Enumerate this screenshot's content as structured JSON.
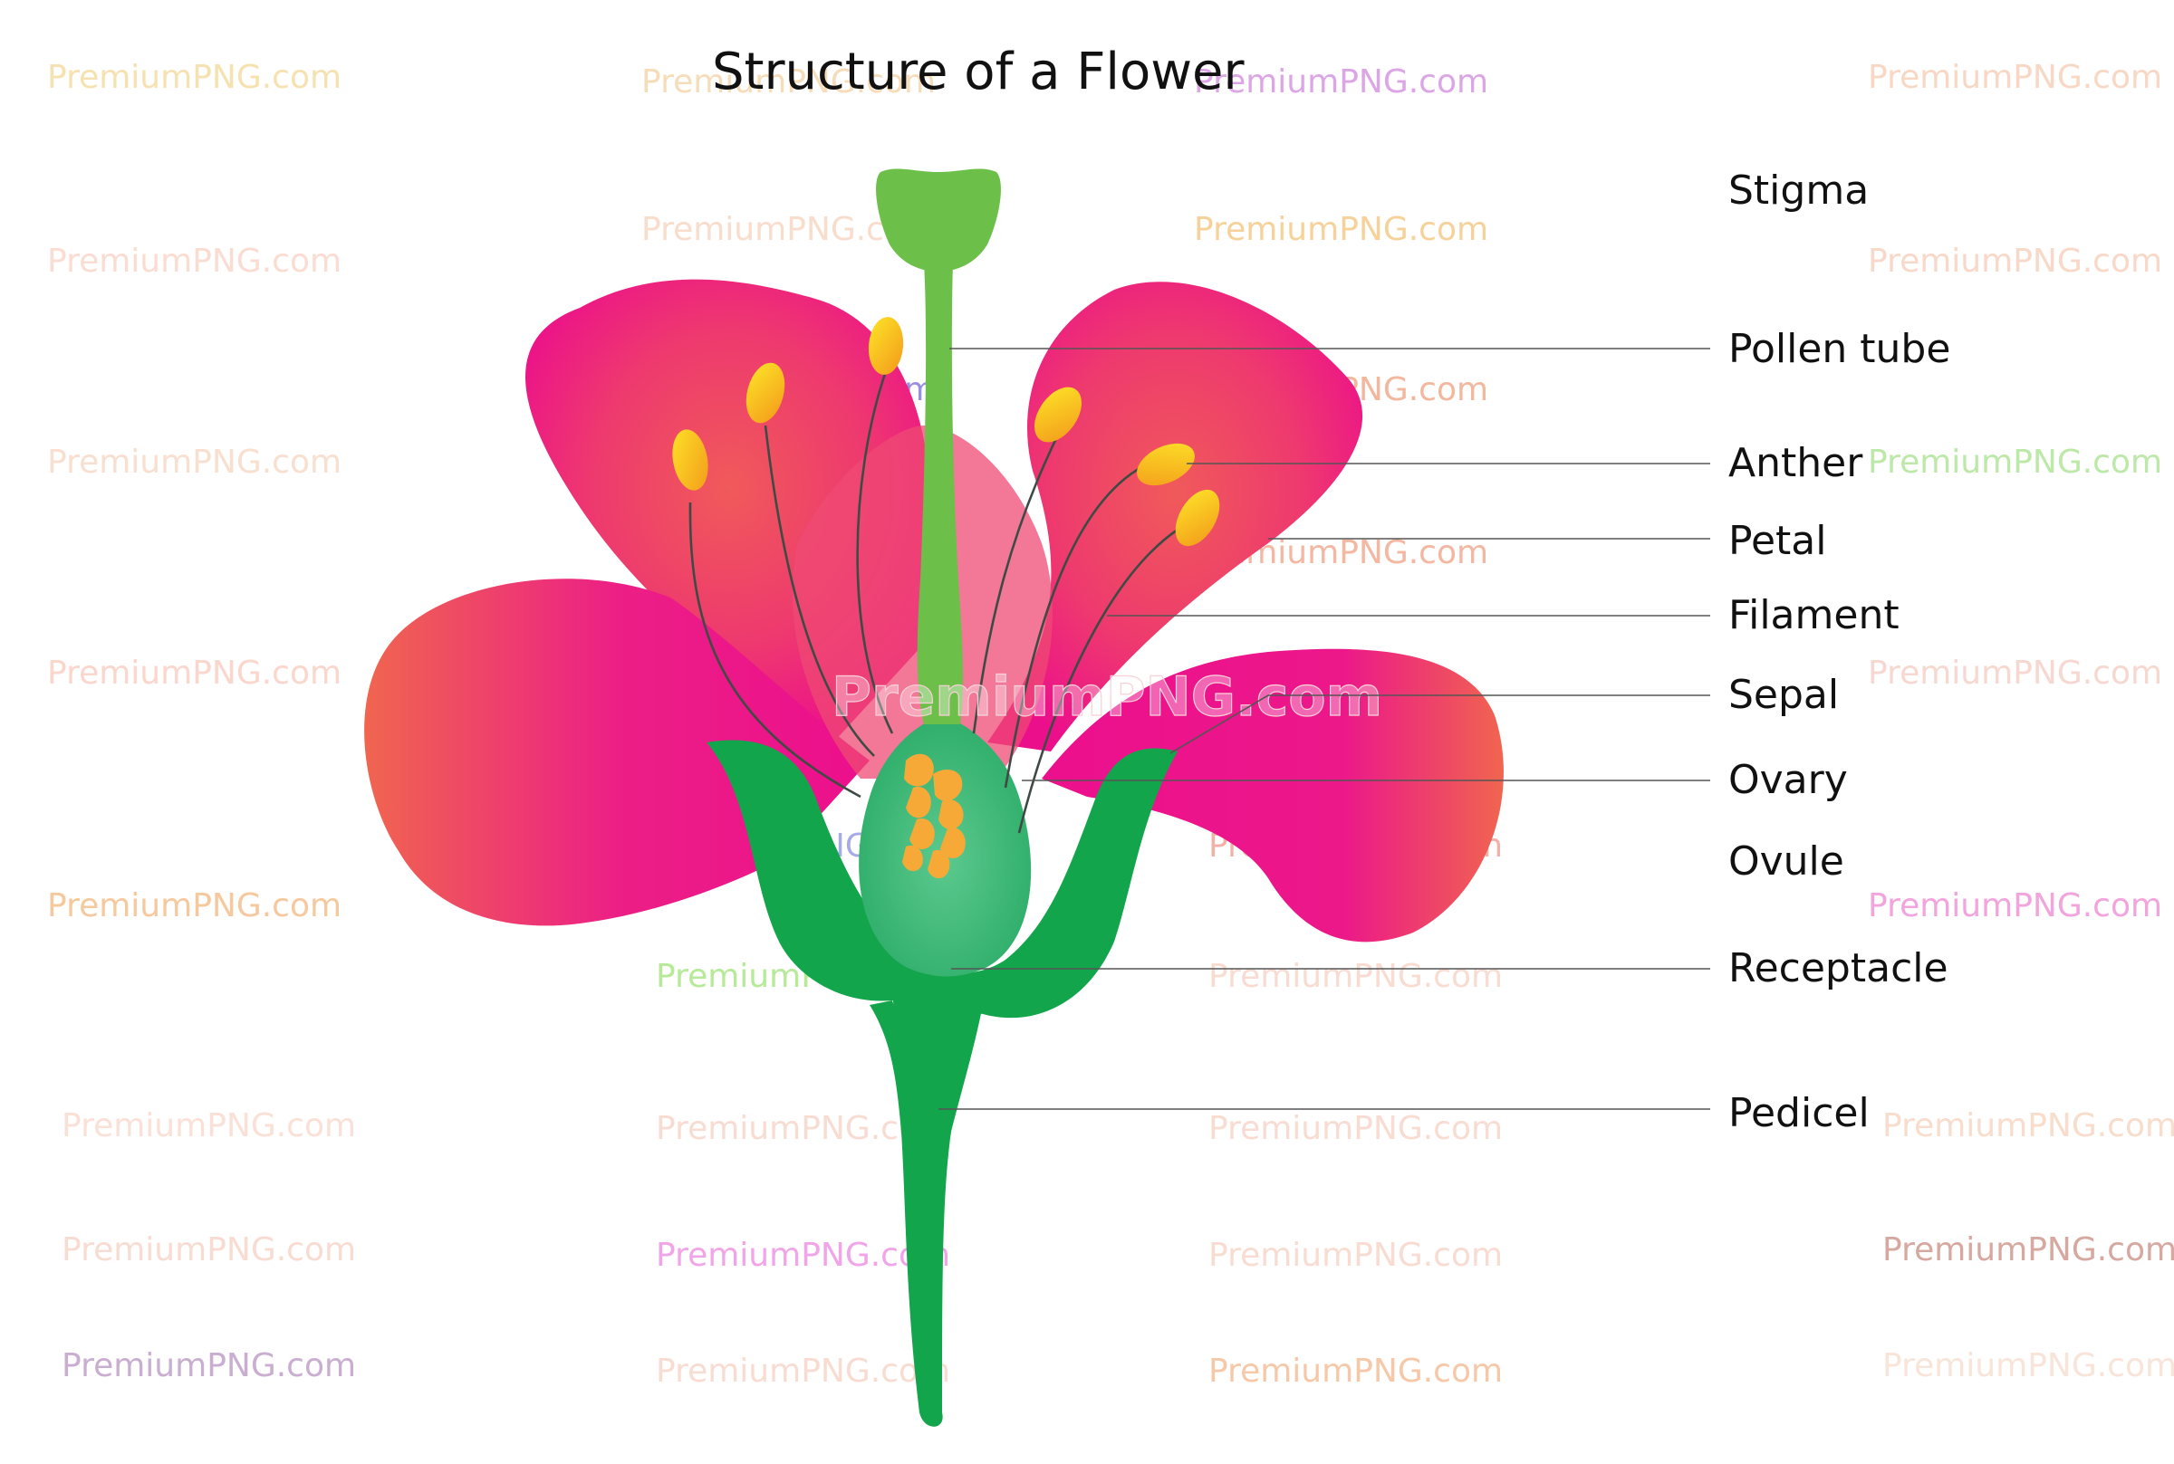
{
  "title": "Structure of a Flower",
  "labels": {
    "stigma": "Stigma",
    "pollen_tube": "Pollen tube",
    "anther": "Anther",
    "petal": "Petal",
    "filament": "Filament",
    "sepal": "Sepal",
    "ovary": "Ovary",
    "ovule": "Ovule",
    "receptacle": "Receptacle",
    "pedicel": "Pedicel"
  },
  "watermark": "PremiumPNG.com",
  "watermark_center": "PremiumPNG.com",
  "colors": {
    "petal_outer": "#ec0f8c",
    "petal_inner": "#f05a5a",
    "sepal_green": "#13a54b",
    "ovary_green": "#3fb87c",
    "stigma_green": "#6cc04a",
    "anther_orange": "#f6a21c",
    "anther_yellow": "#fde428",
    "ovule_orange": "#f7a938"
  }
}
